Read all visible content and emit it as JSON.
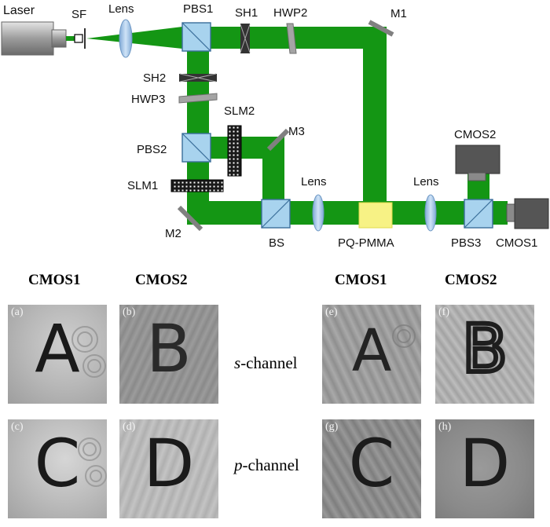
{
  "setup": {
    "labels": {
      "laser": "Laser",
      "sf": "SF",
      "lens1": "Lens",
      "pbs1": "PBS1",
      "sh1": "SH1",
      "hwp2": "HWP2",
      "m1": "M1",
      "sh2": "SH2",
      "hwp3": "HWP3",
      "slm2": "SLM2",
      "m3": "M3",
      "pbs2": "PBS2",
      "slm1": "SLM1",
      "cmos2": "CMOS2",
      "lens2": "Lens",
      "lens3": "Lens",
      "m2": "M2",
      "bs": "BS",
      "pqpmma": "PQ-PMMA",
      "pbs3": "PBS3",
      "cmos1": "CMOS1"
    },
    "colors": {
      "beam": "#149614",
      "cube": "#a8d3ee",
      "cube_edge": "#3a6e9a",
      "lens": "#a9c8e8",
      "sample": "#f7f285",
      "mirror": "#808080"
    }
  },
  "results": {
    "headers": {
      "left_cmos1": "CMOS1",
      "left_cmos2": "CMOS2",
      "right_cmos1": "CMOS1",
      "right_cmos2": "CMOS2"
    },
    "rows": {
      "s_italic": "s",
      "s_rest": "-channel",
      "p_italic": "p",
      "p_rest": "-channel"
    },
    "panels": [
      {
        "tag": "(a)",
        "letter": "A"
      },
      {
        "tag": "(b)",
        "letter": "B"
      },
      {
        "tag": "(e)",
        "letter": "A"
      },
      {
        "tag": "(f)",
        "letter": "B"
      },
      {
        "tag": "(c)",
        "letter": "C"
      },
      {
        "tag": "(d)",
        "letter": "D"
      },
      {
        "tag": "(g)",
        "letter": "C"
      },
      {
        "tag": "(h)",
        "letter": "D"
      }
    ]
  }
}
